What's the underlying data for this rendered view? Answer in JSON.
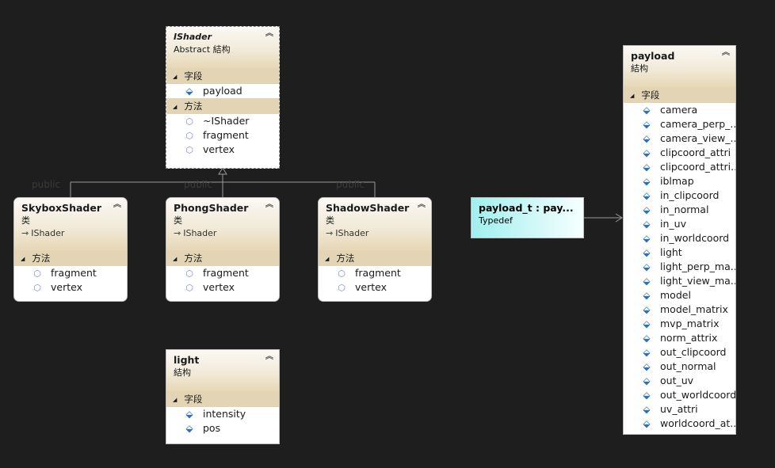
{
  "connector_labels": {
    "skybox": "public",
    "phong": "public",
    "shadow": "public"
  },
  "ishader": {
    "title": "IShader",
    "subtitle": "Abstract 結构",
    "fields_label": "字段",
    "fields": [
      "payload"
    ],
    "methods_label": "方法",
    "methods": [
      "~IShader",
      "fragment",
      "vertex"
    ]
  },
  "skybox": {
    "title": "SkyboxShader",
    "kind": "类",
    "base": "IShader",
    "methods_label": "方法",
    "methods": [
      "fragment",
      "vertex"
    ]
  },
  "phong": {
    "title": "PhongShader",
    "kind": "类",
    "base": "IShader",
    "methods_label": "方法",
    "methods": [
      "fragment",
      "vertex"
    ]
  },
  "shadow": {
    "title": "ShadowShader",
    "kind": "类",
    "base": "IShader",
    "methods_label": "方法",
    "methods": [
      "fragment",
      "vertex"
    ]
  },
  "light": {
    "title": "light",
    "kind": "結构",
    "fields_label": "字段",
    "fields": [
      "intensity",
      "pos"
    ]
  },
  "typedef": {
    "title": "payload_t : pay...",
    "kind": "Typedef"
  },
  "payload": {
    "title": "payload",
    "kind": "結构",
    "fields_label": "字段",
    "fields": [
      "camera",
      "camera_perp_...",
      "camera_view_...",
      "clipcoord_attri",
      "clipcoord_attri...",
      "iblmap",
      "in_clipcoord",
      "in_normal",
      "in_uv",
      "in_worldcoord",
      "light",
      "light_perp_ma...",
      "light_view_ma...",
      "model",
      "model_matrix",
      "mvp_matrix",
      "norm_attrix",
      "out_clipcoord",
      "out_normal",
      "out_uv",
      "out_worldcoord",
      "uv_attri",
      "worldcoord_at..."
    ]
  },
  "colors": {
    "background": "#1e1e1e",
    "header_tan": "#e6d7b6",
    "section_tan": "#e2d4b5",
    "typedef_cyan": "#9ff0ef",
    "field_icon": "#2a6fc0"
  }
}
